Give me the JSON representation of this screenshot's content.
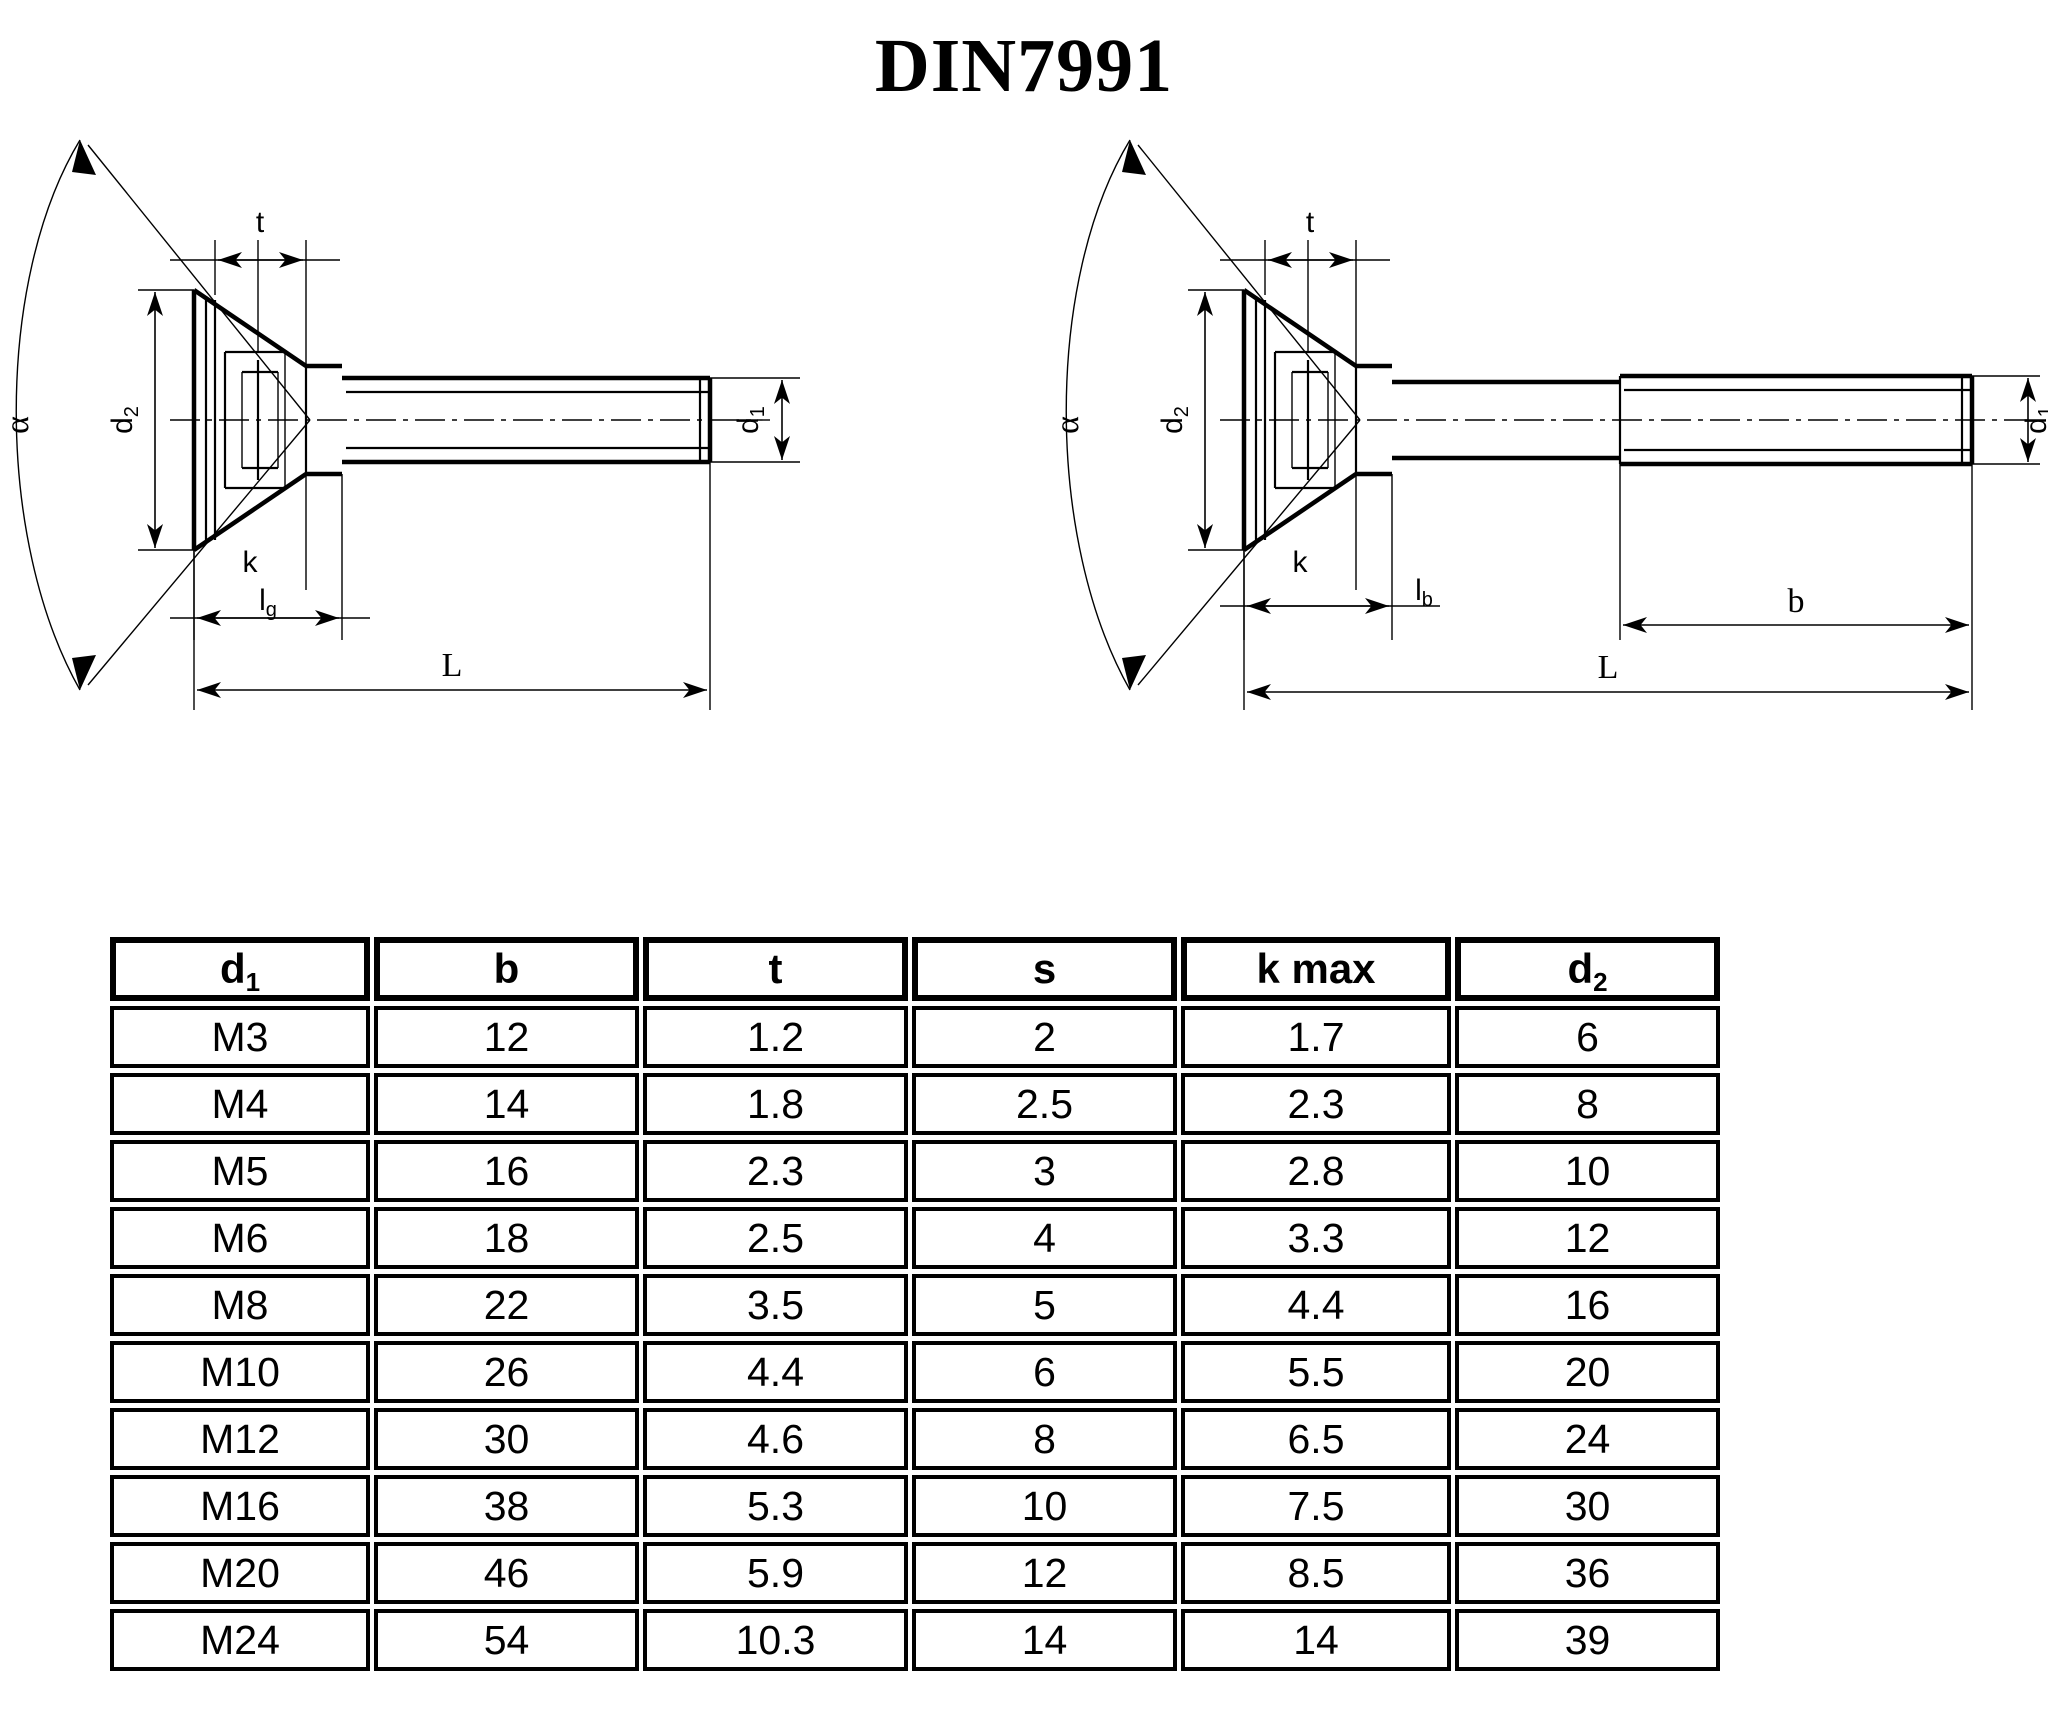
{
  "title": "DIN7991",
  "drawing": {
    "left_figure": {
      "name": "countersunk-screw-fully-threaded",
      "labels": {
        "alpha": "α",
        "t": "t",
        "d2": "d",
        "d2_sub": "2",
        "d1": "d",
        "d1_sub": "1",
        "k": "k",
        "lg": "l",
        "lg_sub": "g",
        "L": "L"
      }
    },
    "right_figure": {
      "name": "countersunk-screw-partially-threaded",
      "labels": {
        "alpha": "α",
        "t": "t",
        "d2": "d",
        "d2_sub": "2",
        "d1": "d",
        "d1_sub": "1",
        "k": "k",
        "lb": "l",
        "lb_sub": "b",
        "b": "b",
        "L": "L"
      }
    }
  },
  "table": {
    "name": "dimension-table",
    "headers": [
      {
        "text": "d",
        "sub": "1"
      },
      {
        "text": "b",
        "sub": ""
      },
      {
        "text": "t",
        "sub": ""
      },
      {
        "text": "s",
        "sub": ""
      },
      {
        "text": "k max",
        "sub": ""
      },
      {
        "text": "d",
        "sub": "2"
      }
    ],
    "rows": [
      [
        "M3",
        "12",
        "1.2",
        "2",
        "1.7",
        "6"
      ],
      [
        "M4",
        "14",
        "1.8",
        "2.5",
        "2.3",
        "8"
      ],
      [
        "M5",
        "16",
        "2.3",
        "3",
        "2.8",
        "10"
      ],
      [
        "M6",
        "18",
        "2.5",
        "4",
        "3.3",
        "12"
      ],
      [
        "M8",
        "22",
        "3.5",
        "5",
        "4.4",
        "16"
      ],
      [
        "M10",
        "26",
        "4.4",
        "6",
        "5.5",
        "20"
      ],
      [
        "M12",
        "30",
        "4.6",
        "8",
        "6.5",
        "24"
      ],
      [
        "M16",
        "38",
        "5.3",
        "10",
        "7.5",
        "30"
      ],
      [
        "M20",
        "46",
        "5.9",
        "12",
        "8.5",
        "36"
      ],
      [
        "M24",
        "54",
        "10.3",
        "14",
        "14",
        "39"
      ]
    ]
  },
  "colors": {
    "ink": "#000000",
    "paper": "#ffffff"
  }
}
